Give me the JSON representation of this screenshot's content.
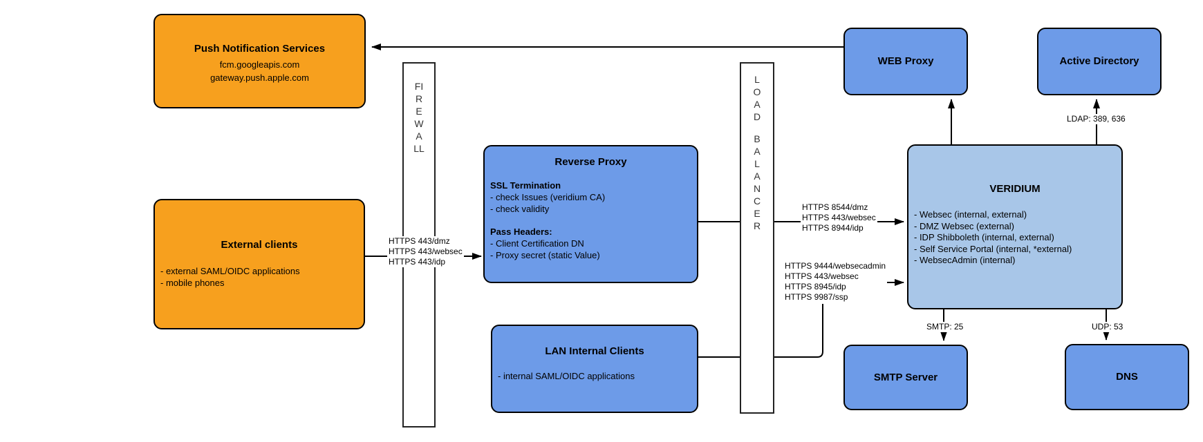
{
  "nodes": {
    "push_services": {
      "title": "Push Notification Services",
      "lines": [
        "fcm.googleapis.com",
        "gateway.push.apple.com"
      ]
    },
    "external_clients": {
      "title": "External clients",
      "lines": [
        "- external SAML/OIDC applications",
        "- mobile phones"
      ]
    },
    "firewall": {
      "label": "FIREWALL"
    },
    "reverse_proxy": {
      "title": "Reverse Proxy",
      "sections": [
        {
          "heading": "SSL Termination",
          "lines": [
            "- check Issues (veridium CA)",
            "- check validity"
          ]
        },
        {
          "heading": "Pass Headers:",
          "lines": [
            "- Client Certification DN",
            "- Proxy secret (static Value)"
          ]
        }
      ]
    },
    "lan_internal_clients": {
      "title": "LAN Internal Clients",
      "lines": [
        "- internal SAML/OIDC applications"
      ]
    },
    "load_balancer": {
      "word1": "LOAD",
      "word2": "BALANCER"
    },
    "web_proxy": {
      "title": "WEB Proxy"
    },
    "active_directory": {
      "title": "Active Directory"
    },
    "veridium": {
      "title": "VERIDIUM",
      "services": [
        "- Websec (internal, external)",
        "- DMZ Websec (external)",
        "- IDP Shibboleth (internal, external)",
        "- Self Service Portal (internal, *external)",
        "- WebsecAdmin (internal)"
      ]
    },
    "smtp_server": {
      "title": "SMTP Server"
    },
    "dns": {
      "title": "DNS"
    }
  },
  "edge_labels": {
    "external_to_reverse_proxy": [
      "HTTPS 443/dmz",
      "HTTPS 443/websec",
      "HTTPS 443/idp"
    ],
    "reverse_proxy_to_veridium": [
      "HTTPS 8544/dmz",
      "HTTPS 443/websec",
      "HTTPS 8944/idp"
    ],
    "lan_to_veridium": [
      "HTTPS 9444/websecadmin",
      "HTTPS 443/websec",
      "HTTPS 8945/idp",
      "HTTPS 9987/ssp"
    ],
    "veridium_to_active_directory": "LDAP: 389, 636",
    "veridium_to_smtp": "SMTP: 25",
    "veridium_to_dns": "UDP: 53"
  },
  "colors": {
    "external_node_fill": "#F7A01E",
    "internal_node_fill": "#6D9BE8",
    "veridium_fill": "#A8C6E8",
    "border": "#000000",
    "connector": "#000000",
    "background": "#FFFFFF"
  }
}
